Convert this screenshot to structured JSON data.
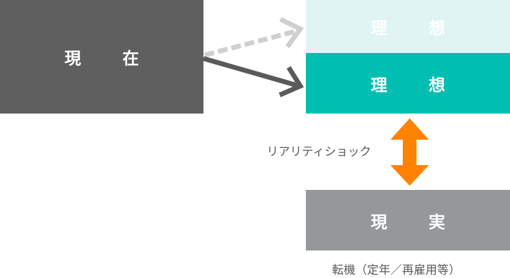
{
  "boxes": {
    "current": {
      "label": "現 在",
      "color": "#5f5f5f"
    },
    "ideal_faded": {
      "label": "理 想",
      "color": "#e0f5f3"
    },
    "ideal": {
      "label": "理 想",
      "color": "#00bfb2"
    },
    "reality": {
      "label": "現 実",
      "color": "#96979a"
    }
  },
  "arrows": {
    "dashed": {
      "color": "#cfcfcf",
      "from": "current",
      "to": "ideal_faded"
    },
    "solid": {
      "color": "#5a5a5a",
      "from": "current",
      "to": "ideal"
    },
    "double": {
      "color": "#ff8200",
      "between": [
        "ideal",
        "reality"
      ]
    }
  },
  "labels": {
    "shock": "リアリティショック",
    "turning_point": "転機（定年／再雇用等）"
  }
}
